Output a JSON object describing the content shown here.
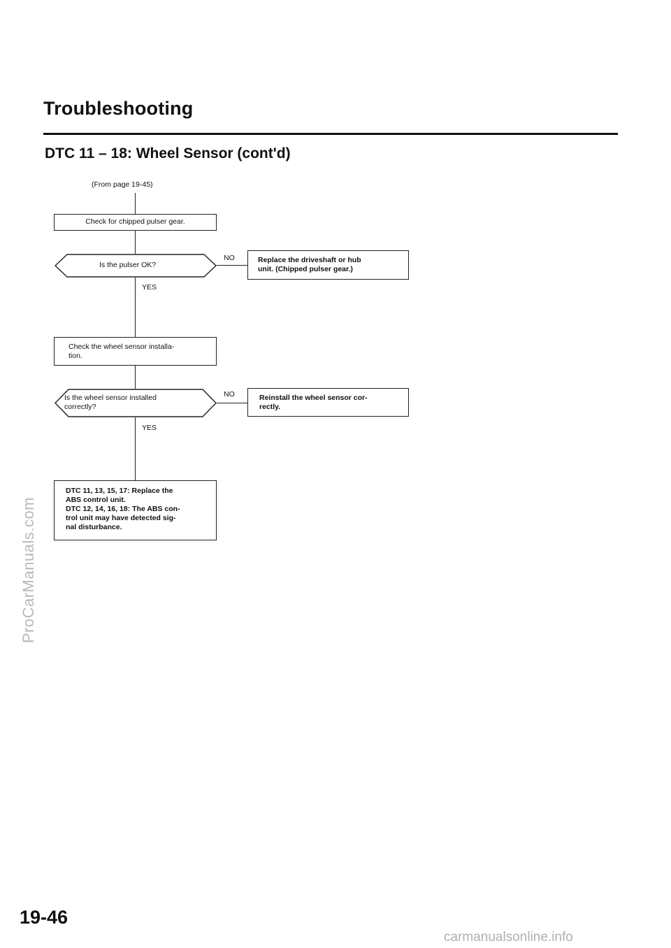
{
  "header": {
    "title": "Troubleshooting",
    "subtitle": "DTC 11 – 18: Wheel Sensor (cont'd)"
  },
  "flow": {
    "from_ref": "(From page 19-45)",
    "step1": "Check for chipped pulser gear.",
    "decision1": "Is the pulser OK?",
    "decision1_no": "NO",
    "decision1_yes": "YES",
    "result1_line1": "Replace the driveshaft or hub",
    "result1_line2": "unit. (Chipped pulser gear.)",
    "step2_line1": "Check the wheel sensor installa-",
    "step2_line2": "tion.",
    "decision2_line1": "Is the wheel sensor installed",
    "decision2_line2": "correctly?",
    "decision2_no": "NO",
    "decision2_yes": "YES",
    "result2_line1": "Reinstall the wheel sensor cor-",
    "result2_line2": "rectly.",
    "final_line1": "DTC 11, 13, 15, 17: Replace the",
    "final_line2": "ABS control unit.",
    "final_line3": "DTC 12, 14, 16, 18: The ABS con-",
    "final_line4": "trol unit may have detected sig-",
    "final_line5": "nal disturbance."
  },
  "side_watermark": "ProCarManuals.com",
  "page_number": "19-46",
  "footer_watermark": "carmanualsonline.info"
}
